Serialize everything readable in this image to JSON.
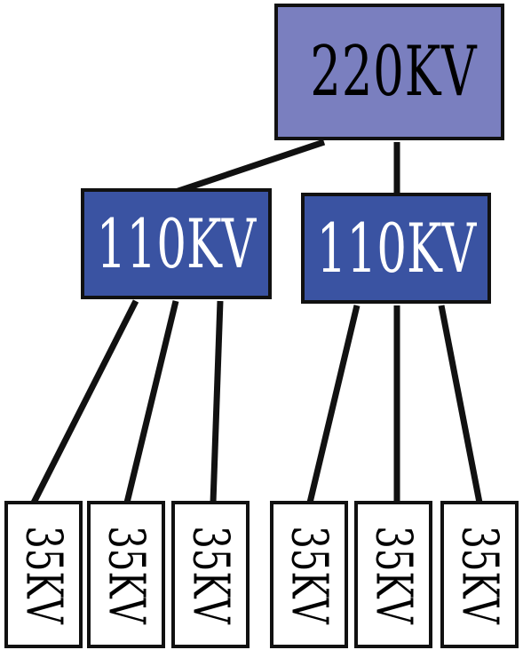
{
  "diagram": {
    "root": {
      "label": "220KV",
      "fill": "#7a7fbf"
    },
    "middle": [
      {
        "label": "110KV",
        "fill": "#3a53a2"
      },
      {
        "label": "110KV",
        "fill": "#3a53a2"
      }
    ],
    "leaves": [
      {
        "label": "35KV"
      },
      {
        "label": "35KV"
      },
      {
        "label": "35KV"
      },
      {
        "label": "35KV"
      },
      {
        "label": "35KV"
      },
      {
        "label": "35KV"
      }
    ],
    "edges": [
      {
        "from": "220KV",
        "to": "110KV (left)"
      },
      {
        "from": "220KV",
        "to": "110KV (right)"
      },
      {
        "from": "110KV (left)",
        "to": "35KV 1"
      },
      {
        "from": "110KV (left)",
        "to": "35KV 2"
      },
      {
        "from": "110KV (left)",
        "to": "35KV 3"
      },
      {
        "from": "110KV (right)",
        "to": "35KV 4"
      },
      {
        "from": "110KV (right)",
        "to": "35KV 5"
      },
      {
        "from": "110KV (right)",
        "to": "35KV 6"
      }
    ]
  }
}
